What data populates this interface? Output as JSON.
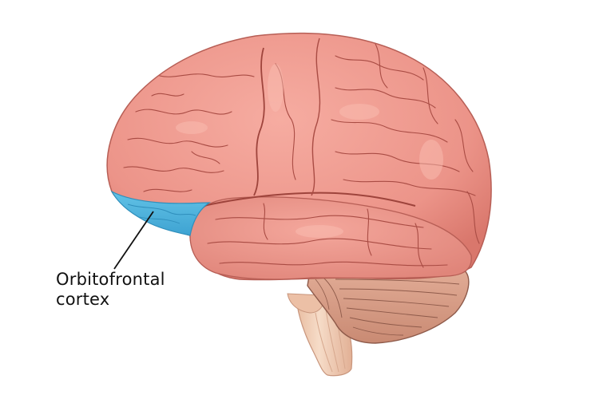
{
  "figure": {
    "subject": "Lateral view of the human brain",
    "highlighted_region": {
      "name": "Orbitofrontal cortex",
      "color": "#4fb3dc"
    },
    "labels": [
      {
        "line1": "Orbitofrontal",
        "line2": "cortex"
      }
    ]
  },
  "colors": {
    "background": "#ffffff",
    "cortex": "#ec9489",
    "cortex_shadow": "#c9685d",
    "sulcus": "#a94c44",
    "cerebellum": "#d8a08a",
    "cerebellum_line": "#8e5a4a",
    "brainstem": "#f0cdb4",
    "brainstem_line": "#c8957c",
    "highlight": "#4fb3dc",
    "highlight_shadow": "#2f8fbc",
    "leader_line": "#111111",
    "label_text": "#111111"
  }
}
